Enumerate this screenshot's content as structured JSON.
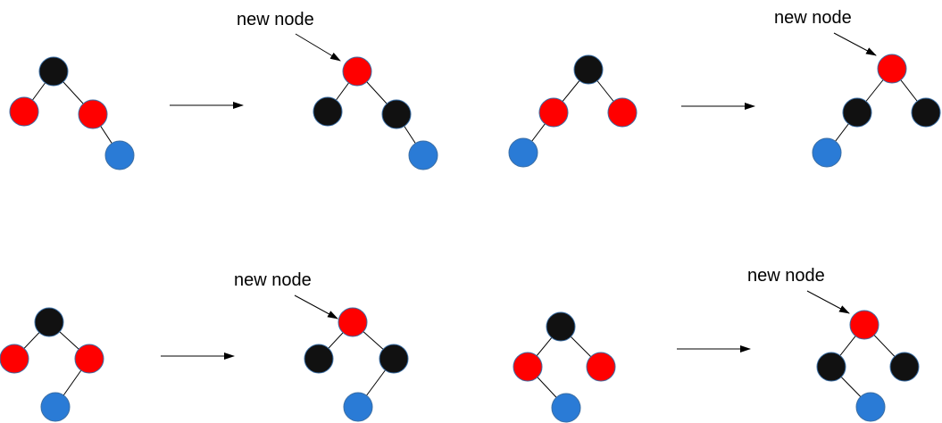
{
  "label_text": "new node",
  "colors": {
    "red": "#ff0000",
    "black": "#111111",
    "blue": "#2a7bd6"
  },
  "panels": [
    {
      "before": {
        "nodes": [
          {
            "id": "root",
            "color": "black"
          },
          {
            "id": "left",
            "color": "red"
          },
          {
            "id": "right",
            "color": "red"
          },
          {
            "id": "child",
            "color": "blue"
          }
        ],
        "edges": [
          [
            "root",
            "left"
          ],
          [
            "root",
            "right"
          ],
          [
            "right",
            "child"
          ]
        ]
      },
      "after": {
        "nodes": [
          {
            "id": "root",
            "color": "red"
          },
          {
            "id": "left",
            "color": "black"
          },
          {
            "id": "right",
            "color": "black"
          },
          {
            "id": "child",
            "color": "blue"
          }
        ],
        "edges": [
          [
            "root",
            "left"
          ],
          [
            "root",
            "right"
          ],
          [
            "right",
            "child"
          ]
        ],
        "label_target": "root"
      }
    },
    {
      "before": {
        "nodes": [
          {
            "id": "root",
            "color": "black"
          },
          {
            "id": "left",
            "color": "red"
          },
          {
            "id": "right",
            "color": "red"
          },
          {
            "id": "child",
            "color": "blue"
          }
        ],
        "edges": [
          [
            "root",
            "left"
          ],
          [
            "root",
            "right"
          ],
          [
            "left",
            "child"
          ]
        ]
      },
      "after": {
        "nodes": [
          {
            "id": "root",
            "color": "red"
          },
          {
            "id": "left",
            "color": "black"
          },
          {
            "id": "right",
            "color": "black"
          },
          {
            "id": "child",
            "color": "blue"
          }
        ],
        "edges": [
          [
            "root",
            "left"
          ],
          [
            "root",
            "right"
          ],
          [
            "left",
            "child"
          ]
        ],
        "label_target": "root"
      }
    },
    {
      "before": {
        "nodes": [
          {
            "id": "root",
            "color": "black"
          },
          {
            "id": "left",
            "color": "red"
          },
          {
            "id": "right",
            "color": "red"
          },
          {
            "id": "child",
            "color": "blue"
          }
        ],
        "edges": [
          [
            "root",
            "left"
          ],
          [
            "root",
            "right"
          ],
          [
            "right",
            "child"
          ]
        ]
      },
      "after": {
        "nodes": [
          {
            "id": "root",
            "color": "red"
          },
          {
            "id": "left",
            "color": "black"
          },
          {
            "id": "right",
            "color": "black"
          },
          {
            "id": "child",
            "color": "blue"
          }
        ],
        "edges": [
          [
            "root",
            "left"
          ],
          [
            "root",
            "right"
          ],
          [
            "right",
            "child"
          ]
        ],
        "label_target": "root"
      }
    },
    {
      "before": {
        "nodes": [
          {
            "id": "root",
            "color": "black"
          },
          {
            "id": "left",
            "color": "red"
          },
          {
            "id": "right",
            "color": "red"
          },
          {
            "id": "child",
            "color": "blue"
          }
        ],
        "edges": [
          [
            "root",
            "left"
          ],
          [
            "root",
            "right"
          ],
          [
            "left",
            "child"
          ]
        ]
      },
      "after": {
        "nodes": [
          {
            "id": "root",
            "color": "red"
          },
          {
            "id": "left",
            "color": "black"
          },
          {
            "id": "right",
            "color": "black"
          },
          {
            "id": "child",
            "color": "blue"
          }
        ],
        "edges": [
          [
            "root",
            "left"
          ],
          [
            "root",
            "right"
          ],
          [
            "left",
            "child"
          ]
        ],
        "label_target": "root"
      }
    }
  ]
}
